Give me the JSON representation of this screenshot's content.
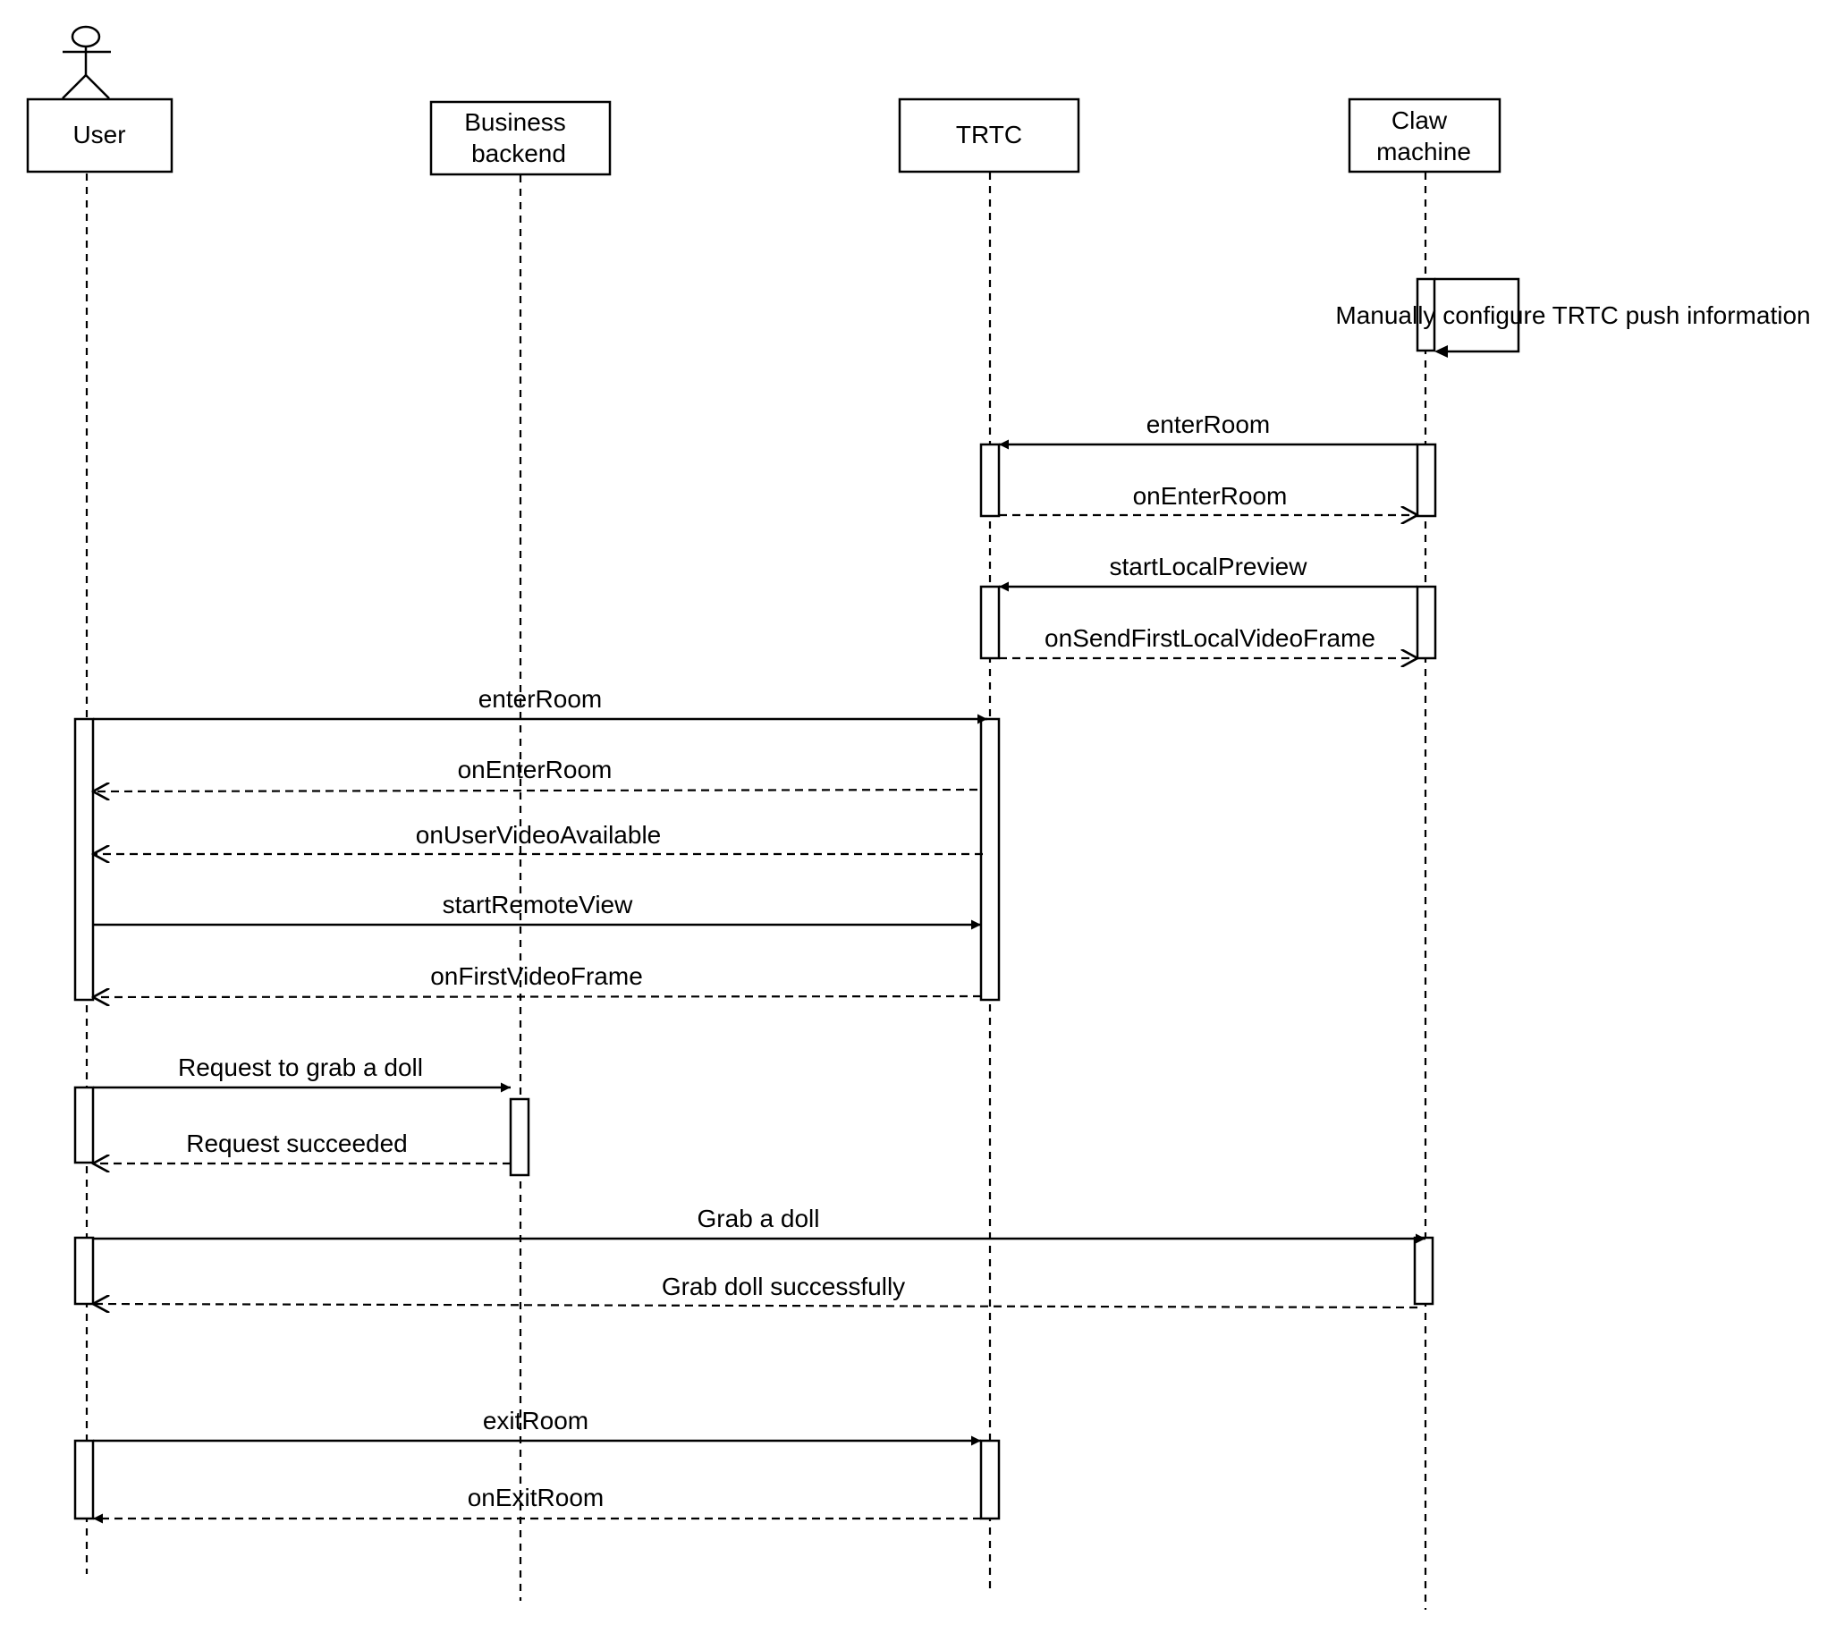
{
  "participants": [
    {
      "id": "user",
      "lines": [
        "User"
      ],
      "actor": true
    },
    {
      "id": "backend",
      "lines": [
        "Business",
        "backend"
      ]
    },
    {
      "id": "trtc",
      "lines": [
        "TRTC"
      ]
    },
    {
      "id": "claw",
      "lines": [
        "Claw",
        "machine"
      ]
    }
  ],
  "self_message": {
    "participant": "claw",
    "label": "Manually configure TRTC push information"
  },
  "messages": [
    {
      "from": "claw",
      "to": "trtc",
      "label": "enterRoom",
      "style": "solid"
    },
    {
      "from": "trtc",
      "to": "claw",
      "label": "onEnterRoom",
      "style": "dashed"
    },
    {
      "from": "claw",
      "to": "trtc",
      "label": "startLocalPreview",
      "style": "solid"
    },
    {
      "from": "trtc",
      "to": "claw",
      "label": "onSendFirstLocalVideoFrame",
      "style": "dashed"
    },
    {
      "from": "user",
      "to": "trtc",
      "label": "enterRoom",
      "style": "solid"
    },
    {
      "from": "trtc",
      "to": "user",
      "label": "onEnterRoom",
      "style": "dashed"
    },
    {
      "from": "trtc",
      "to": "user",
      "label": "onUserVideoAvailable",
      "style": "dashed"
    },
    {
      "from": "user",
      "to": "trtc",
      "label": "startRemoteView",
      "style": "solid"
    },
    {
      "from": "trtc",
      "to": "user",
      "label": "onFirstVideoFrame",
      "style": "dashed"
    },
    {
      "from": "user",
      "to": "backend",
      "label": "Request to grab a doll",
      "style": "solid"
    },
    {
      "from": "backend",
      "to": "user",
      "label": "Request succeeded",
      "style": "dashed"
    },
    {
      "from": "user",
      "to": "claw",
      "label": "Grab a doll",
      "style": "solid"
    },
    {
      "from": "claw",
      "to": "user",
      "label": "Grab doll successfully",
      "style": "dashed"
    },
    {
      "from": "user",
      "to": "trtc",
      "label": "exitRoom",
      "style": "solid"
    },
    {
      "from": "trtc",
      "to": "user",
      "label": "onExitRoom",
      "style": "dashed-filled"
    }
  ]
}
